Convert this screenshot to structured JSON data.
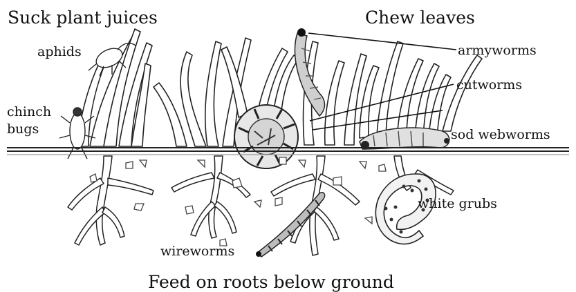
{
  "headings": {
    "left": "Suck plant juices",
    "right": "Chew leaves",
    "bottom": "Feed on roots below ground"
  },
  "pests": {
    "aphids": "aphids",
    "chinch_line1": "chinch",
    "chinch_line2": "bugs",
    "armyworms": "armyworms",
    "cutworms": "cutworms",
    "sod_webworms": "sod webworms",
    "white_grubs": "white grubs",
    "wireworms": "wireworms"
  }
}
